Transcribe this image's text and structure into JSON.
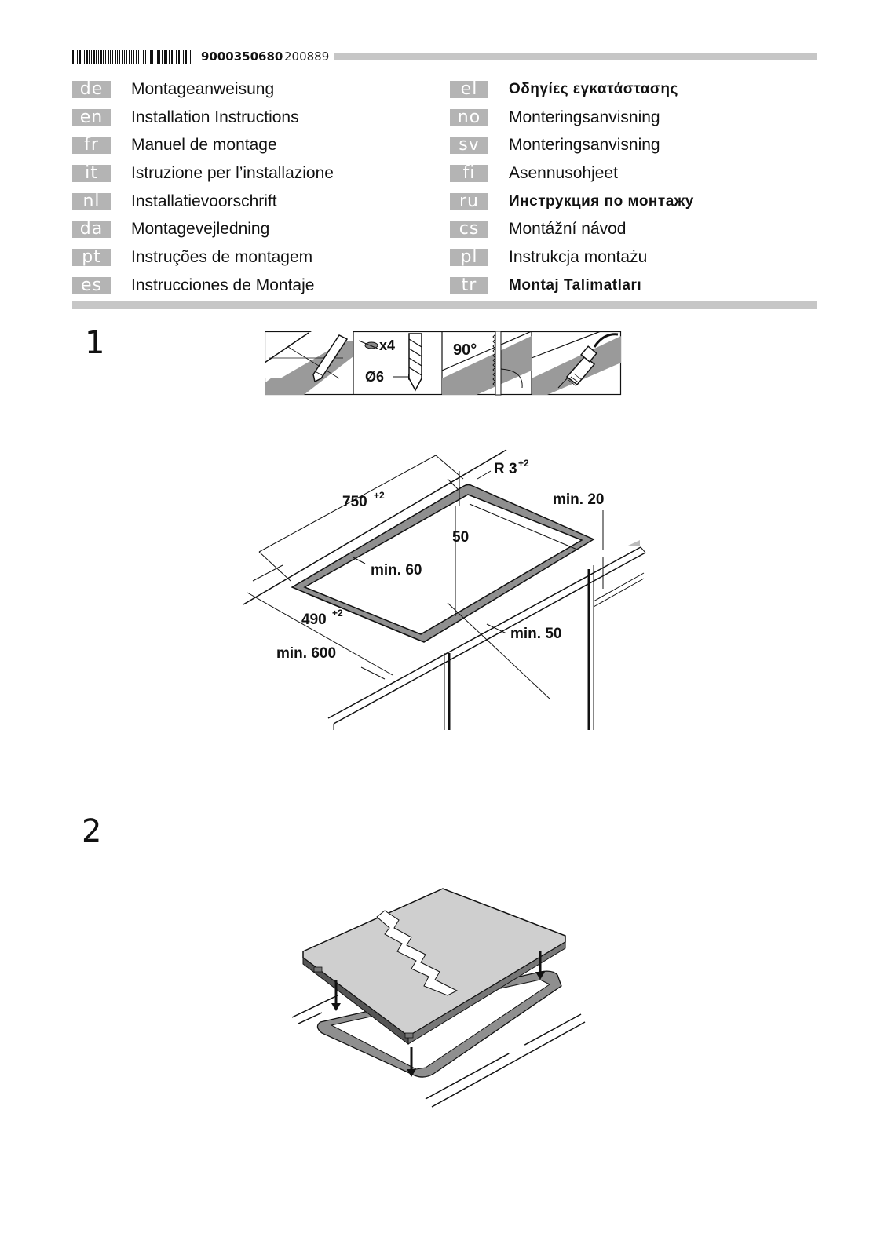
{
  "header": {
    "doc_number": "9000350680",
    "doc_date": "200889"
  },
  "languages_left": [
    {
      "code": "de",
      "title": "Montageanweisung"
    },
    {
      "code": "en",
      "title": "Installation Instructions"
    },
    {
      "code": "fr",
      "title": "Manuel de montage"
    },
    {
      "code": "it",
      "title": "Istruzione per l’installazione"
    },
    {
      "code": "nl",
      "title": "Installatievoorschrift"
    },
    {
      "code": "da",
      "title": "Montagevejledning"
    },
    {
      "code": "pt",
      "title": "Instruções de montagem"
    },
    {
      "code": "es",
      "title": "Instrucciones de Montaje"
    }
  ],
  "languages_right": [
    {
      "code": "el",
      "title": "Οδηγίες εγκατάστασης"
    },
    {
      "code": "no",
      "title": "Monteringsanvisning"
    },
    {
      "code": "sv",
      "title": "Monteringsanvisning"
    },
    {
      "code": "fi",
      "title": "Asennusohjeet"
    },
    {
      "code": "ru",
      "title": "Инструкция по монтажу"
    },
    {
      "code": "cs",
      "title": "Montážní návod"
    },
    {
      "code": "pl",
      "title": "Instrukcja montażu"
    },
    {
      "code": "tr",
      "title": "Montaj Talimatları"
    }
  ],
  "steps": {
    "step1": "1",
    "step2": "2"
  },
  "tool_strip": {
    "drill_count": "x4",
    "drill_diameter": "Ø6",
    "angle": "90°"
  },
  "cutout_dimensions": {
    "width": "750",
    "width_tol": "+2",
    "depth": "490",
    "depth_tol": "+2",
    "radius": "R 3",
    "radius_tol": "+2",
    "min_front": "min. 60",
    "min_back": "50",
    "min_side": "min. 50",
    "min_wall": "min. 20",
    "min_worktop": "min. 600"
  }
}
